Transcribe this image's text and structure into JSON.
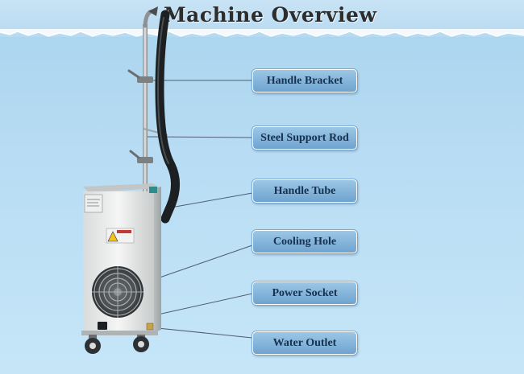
{
  "title": "Machine Overview",
  "colors": {
    "label_bg": "#7fb0d8",
    "label_text": "#16324f",
    "background": "#b7dcf3"
  },
  "labels": [
    {
      "id": "handle-bracket",
      "text": "Handle Bracket"
    },
    {
      "id": "steel-support-rod",
      "text": "Steel Support Rod"
    },
    {
      "id": "handle-tube",
      "text": "Handle Tube"
    },
    {
      "id": "cooling-hole",
      "text": "Cooling Hole"
    },
    {
      "id": "power-socket",
      "text": "Power Socket"
    },
    {
      "id": "water-outlet",
      "text": "Water Outlet"
    }
  ]
}
